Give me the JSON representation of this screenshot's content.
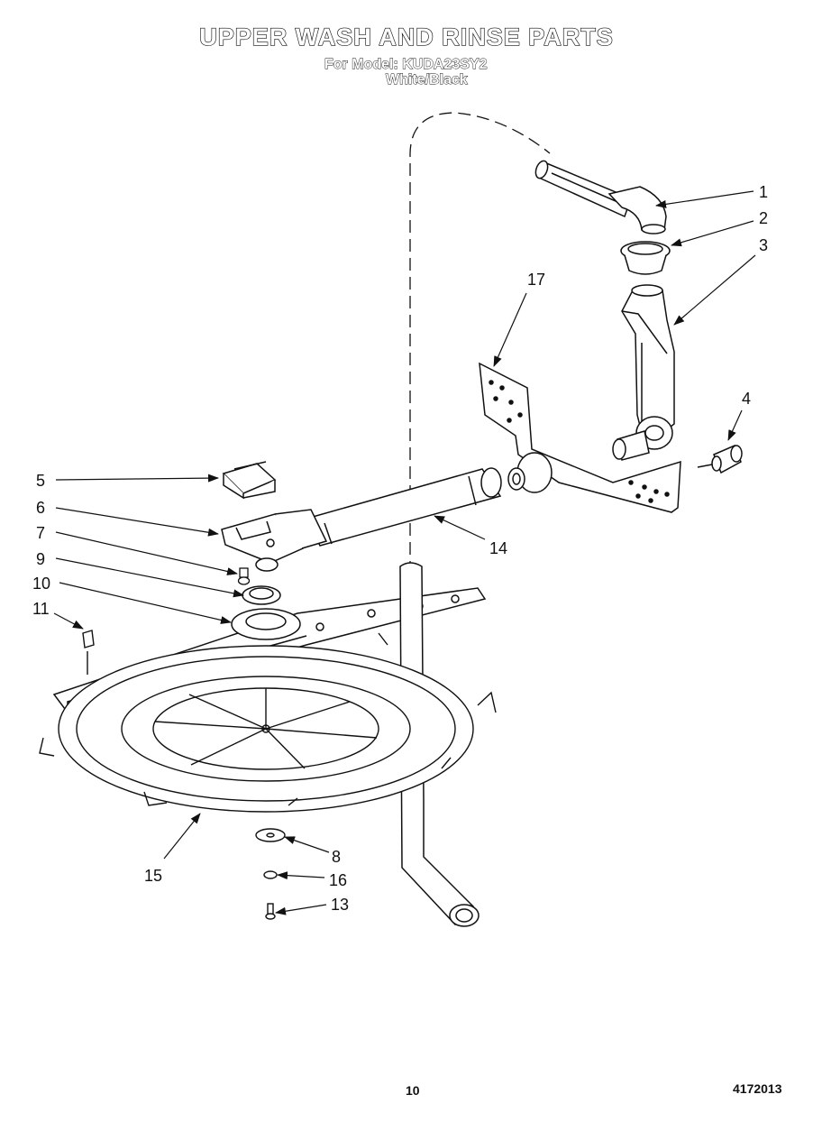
{
  "title": "UPPER WASH AND RINSE PARTS",
  "subtitle_model": "For Model: KUDA23SY2",
  "subtitle_color": "White/Black",
  "footer": {
    "page_number": "10",
    "document_number": "4172013"
  },
  "part_labels": {
    "p1": "1",
    "p2": "2",
    "p3": "3",
    "p4": "4",
    "p5": "5",
    "p6": "6",
    "p7": "7",
    "p8": "8",
    "p9": "9",
    "p10": "10",
    "p11": "11",
    "p13": "13",
    "p14": "14",
    "p15": "15",
    "p16": "16",
    "p17": "17"
  }
}
